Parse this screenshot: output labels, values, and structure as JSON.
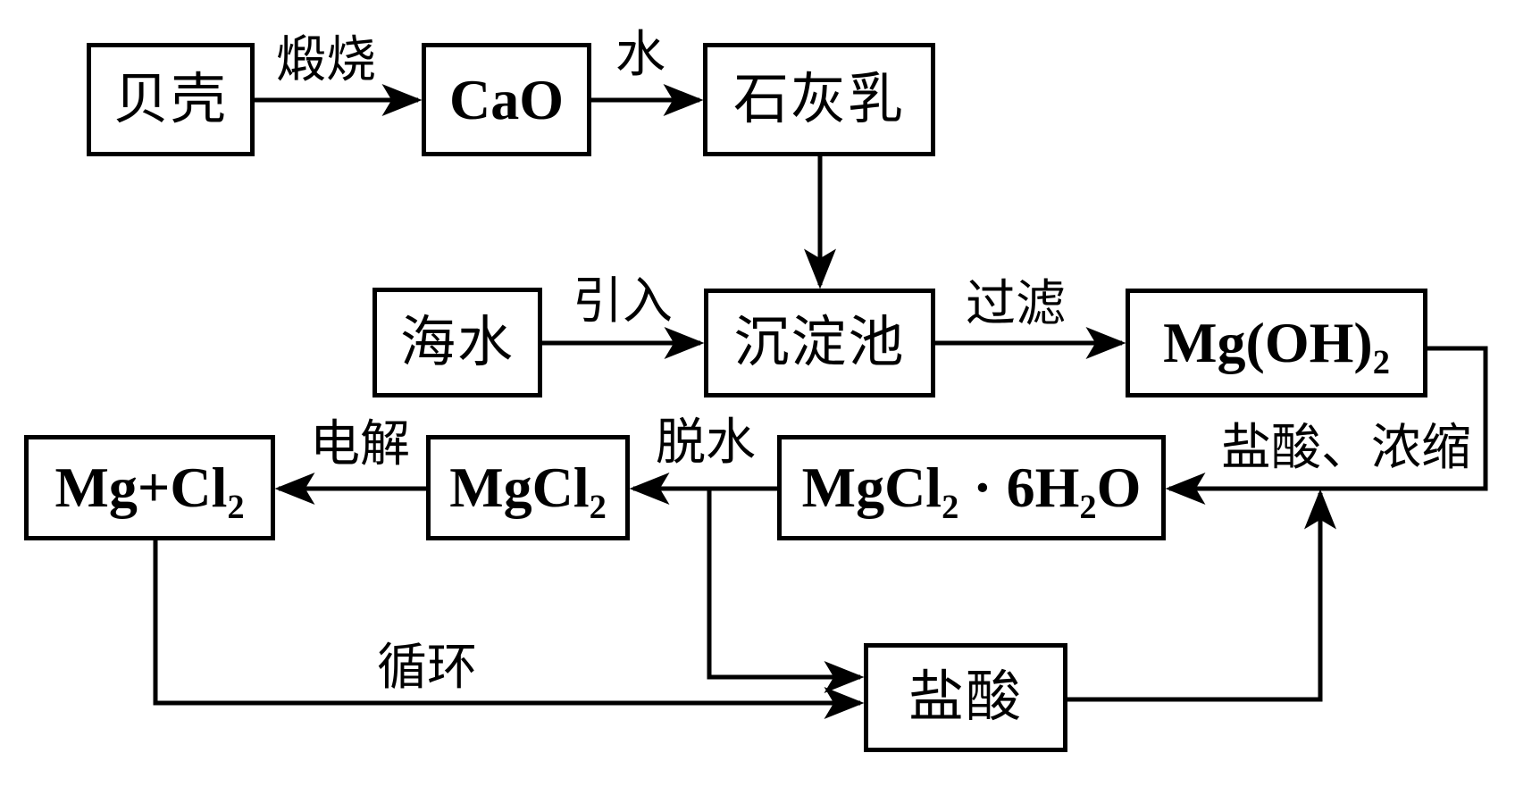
{
  "colors": {
    "line": "#000000",
    "background": "#ffffff"
  },
  "nodes": {
    "shell": {
      "label": "贝壳"
    },
    "cao": {
      "label": "CaO"
    },
    "lime_milk": {
      "label": "石灰乳"
    },
    "seawater": {
      "label": "海水"
    },
    "settling_pool": {
      "label": "沉淀池"
    },
    "mg_hydroxide": {
      "label": "Mg(OH)₂"
    },
    "mg_and_cl2": {
      "label": "Mg+Cl₂"
    },
    "mgcl2": {
      "label": "MgCl₂"
    },
    "mgcl2_hydrate": {
      "label": "MgCl₂ · 6H₂O"
    },
    "hydrochloric_acid": {
      "label": "盐酸"
    }
  },
  "edges": {
    "calcine": {
      "label": "煅烧"
    },
    "water": {
      "label": "水"
    },
    "introduce": {
      "label": "引入"
    },
    "filter": {
      "label": "过滤"
    },
    "hcl_concentrate": {
      "label": "盐酸、浓缩"
    },
    "dehydrate": {
      "label": "脱水"
    },
    "electrolyze": {
      "label": "电解"
    },
    "recycle": {
      "label": "循环"
    }
  }
}
